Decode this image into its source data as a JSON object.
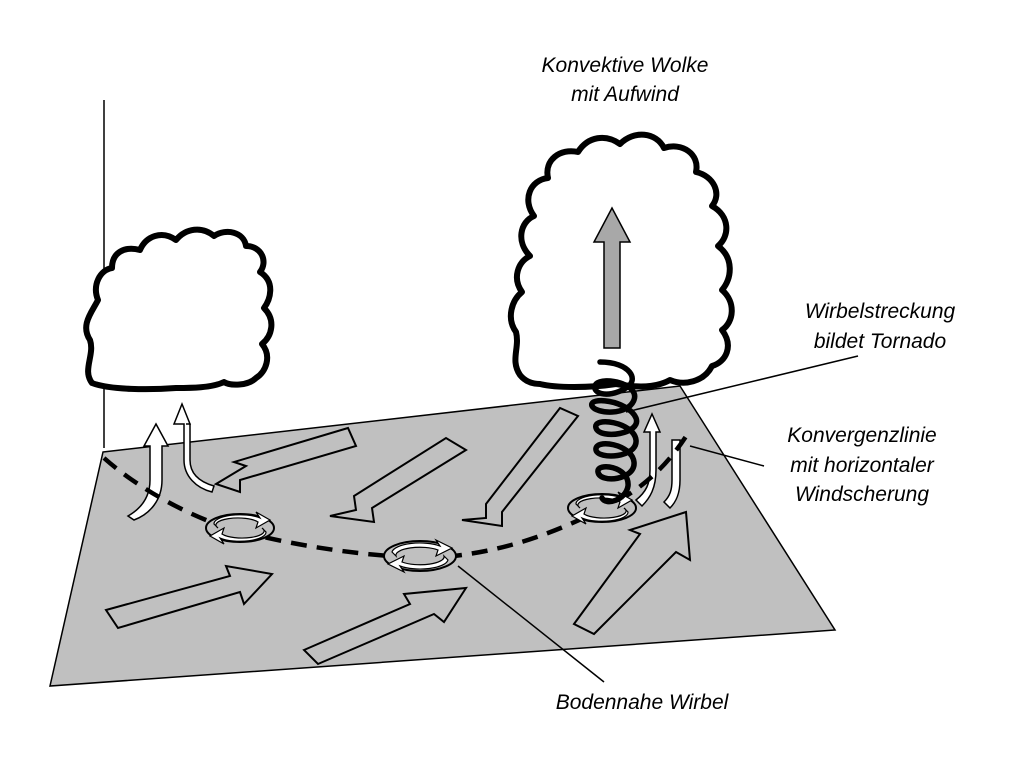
{
  "labels": {
    "cloud_title_line1": "Konvektive Wolke",
    "cloud_title_line2": "mit Aufwind",
    "stretching_line1": "Wirbelstreckung",
    "stretching_line2": "bildet Tornado",
    "convergence_line1": "Konvergenzlinie",
    "convergence_line2": "mit horizontaler",
    "convergence_line3": "Windscherung",
    "ground_vortices": "Bodennahe Wirbel"
  },
  "colors": {
    "ground": "#c0c0c0",
    "updraft_arrow": "#a8a8a8",
    "outline": "#000000"
  }
}
